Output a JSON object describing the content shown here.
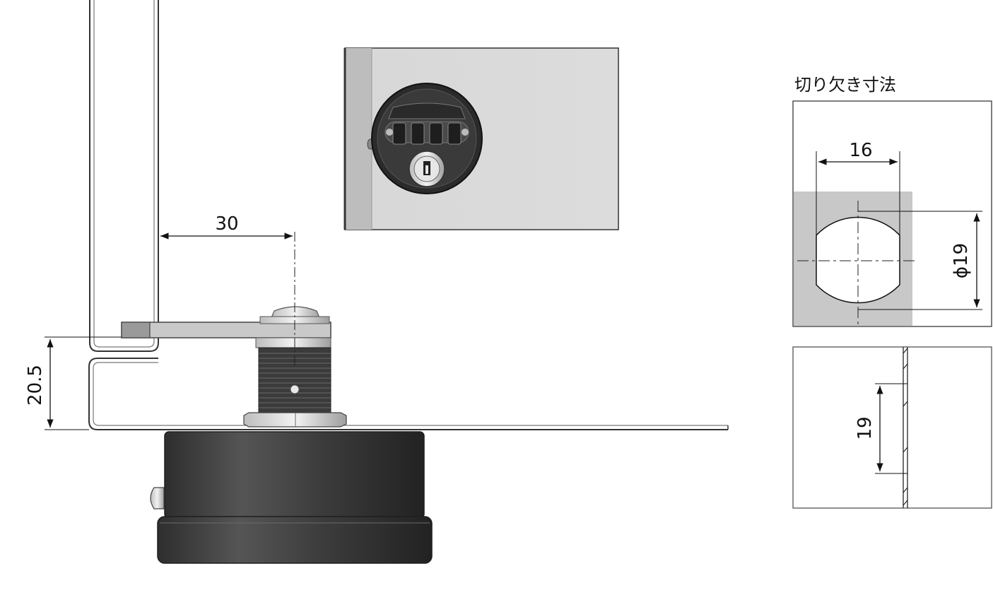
{
  "cutout": {
    "title": "切り欠き寸法",
    "width_label": "16",
    "diameter_label": "ϕ19",
    "side_label": "19"
  },
  "main_view": {
    "offset_label": "30",
    "height_label": "20.5"
  },
  "colors": {
    "line": "#222222",
    "panel_gray": "#d6d6d6",
    "body_dark": "#3a3a3a",
    "cutout_gray": "#c8c8c8"
  },
  "icons": [
    "combination-lock-icon",
    "key-cylinder-icon",
    "arrow-head-icon"
  ]
}
